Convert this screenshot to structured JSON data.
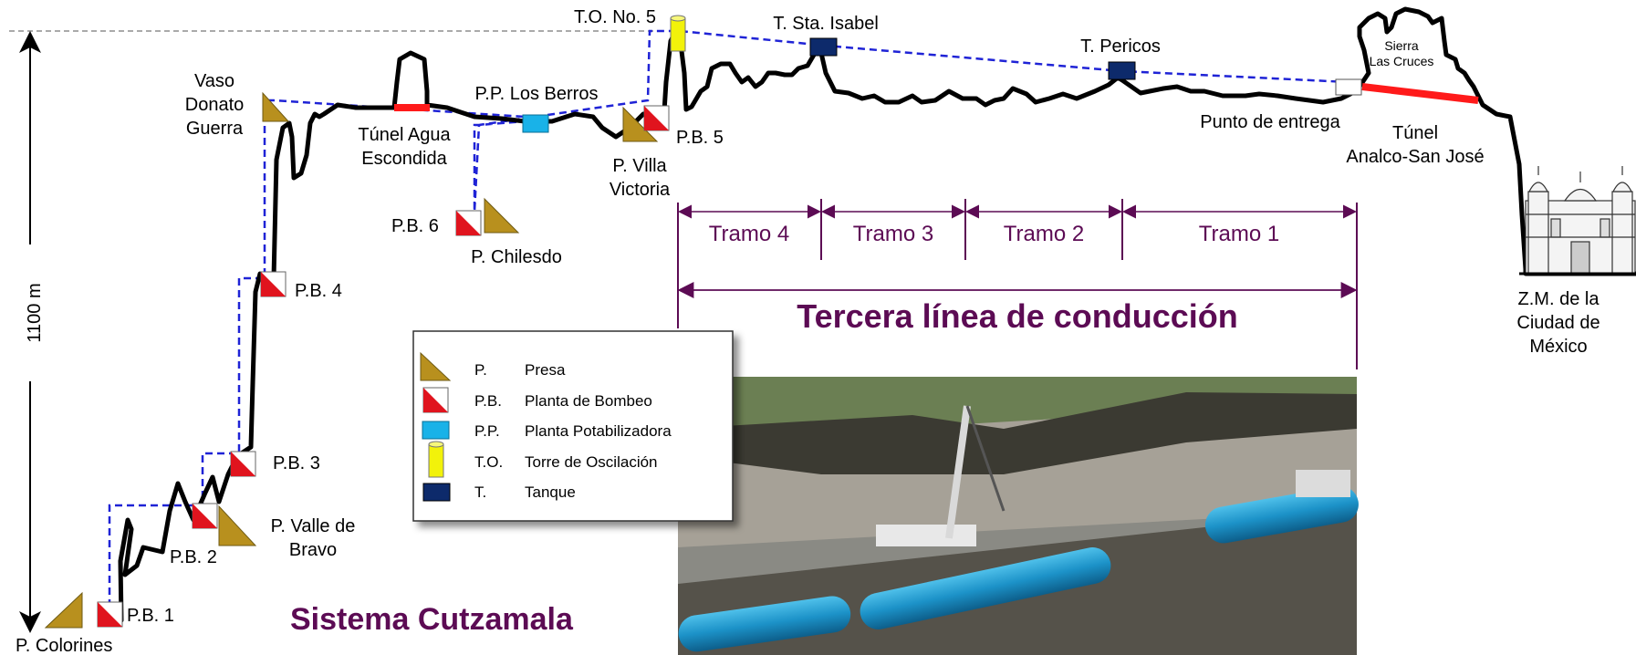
{
  "labels": {
    "p_colorines": "P. Colorines",
    "pb1": "P.B. 1",
    "pb2": "P.B. 2",
    "pb3": "P.B. 3",
    "pb4": "P.B. 4",
    "pb5": "P.B. 5",
    "pb6": "P.B. 6",
    "valle_bravo_1": "P. Valle de",
    "valle_bravo_2": "Bravo",
    "vaso_1": "Vaso",
    "vaso_2": "Donato",
    "vaso_3": "Guerra",
    "tunel_agua_1": "Túnel Agua",
    "tunel_agua_2": "Escondida",
    "pp_berros": "P.P. Los Berros",
    "p_chilesdo": "P. Chilesdo",
    "villa_1": "P. Villa",
    "villa_2": "Victoria",
    "to5": "T.O. No. 5",
    "t_sta_isabel": "T. Sta. Isabel",
    "t_pericos": "T. Pericos",
    "sierra_1": "Sierra",
    "sierra_2": "Las Cruces",
    "punto_entrega": "Punto de entrega",
    "tunel_analco_1": "Túnel",
    "tunel_analco_2": "Analco-San José",
    "zm_1": "Z.M. de la",
    "zm_2": "Ciudad de",
    "zm_3": "México",
    "height": "1100 m"
  },
  "tramos": [
    "Tramo 4",
    "Tramo 3",
    "Tramo 2",
    "Tramo 1"
  ],
  "tercera_linea": "Tercera línea de conducción",
  "system_title": "Sistema Cutzamala",
  "legend": [
    {
      "abbr": "P.",
      "desc": "Presa",
      "icon": "dam-icon"
    },
    {
      "abbr": "P.B.",
      "desc": "Planta de Bombeo",
      "icon": "pump-station-icon"
    },
    {
      "abbr": "P.P.",
      "desc": "Planta Potabilizadora",
      "icon": "treatment-plant-icon"
    },
    {
      "abbr": "T.O.",
      "desc": "Torre de Oscilación",
      "icon": "surge-tower-icon"
    },
    {
      "abbr": "T.",
      "desc": "Tanque",
      "icon": "tank-icon"
    }
  ],
  "colors": {
    "purple": "#5c0b54",
    "dam": "#b8901e",
    "pump_red": "#e0141e",
    "treatment": "#19b2e8",
    "surge_tower": "#f2f20a",
    "tank": "#0d2a6b",
    "dashed_line": "#1f23d6",
    "tunnel": "#ff1a1a"
  }
}
